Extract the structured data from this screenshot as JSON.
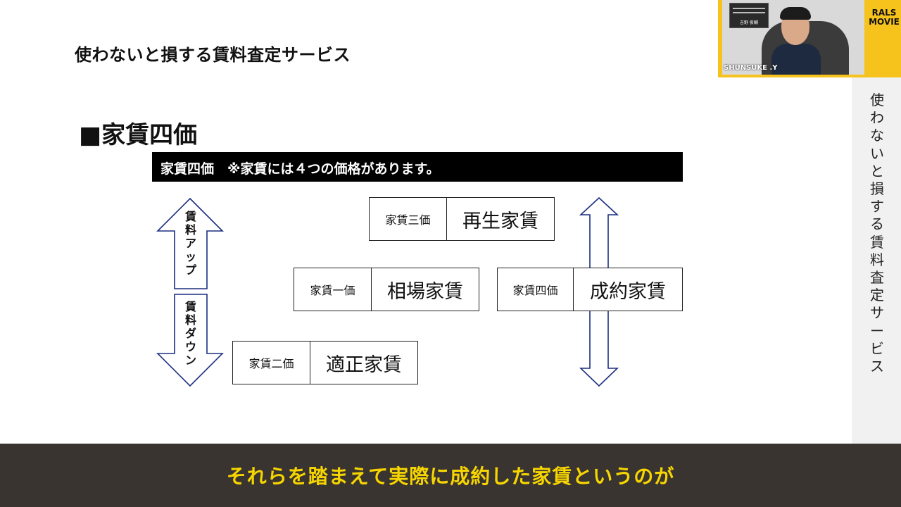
{
  "slide": {
    "title": "使わないと損する賃料査定サービス",
    "heading": "■家賃四価",
    "banner": "家賃四価　※家賃には４つの価格があります。",
    "boxes": [
      {
        "tag": "家賃三価",
        "name": "再生家賃"
      },
      {
        "tag": "家賃一価",
        "name": "相場家賃"
      },
      {
        "tag": "家賃四価",
        "name": "成約家賃"
      },
      {
        "tag": "家賃二価",
        "name": "適正家賃"
      }
    ],
    "arrow_up_label": "賃料アップ",
    "arrow_down_label": "賃料ダウン",
    "colors": {
      "arrow_stroke": "#1c2f80",
      "banner_bg": "#000000"
    }
  },
  "side_panel": {
    "title": "使わないと損する賃料査定サービス"
  },
  "webcam": {
    "name_label": "SHUNSUKE .Y",
    "board_name": "吉野 俊輔",
    "brand_line1": "RALS",
    "brand_line2": "MOVIE",
    "colors": {
      "frame": "#f6c21c"
    }
  },
  "subtitle": {
    "text": "それらを踏まえて実際に成約した家賃というのが",
    "colors": {
      "text": "#f7d600",
      "bar": "#3a3430"
    }
  }
}
